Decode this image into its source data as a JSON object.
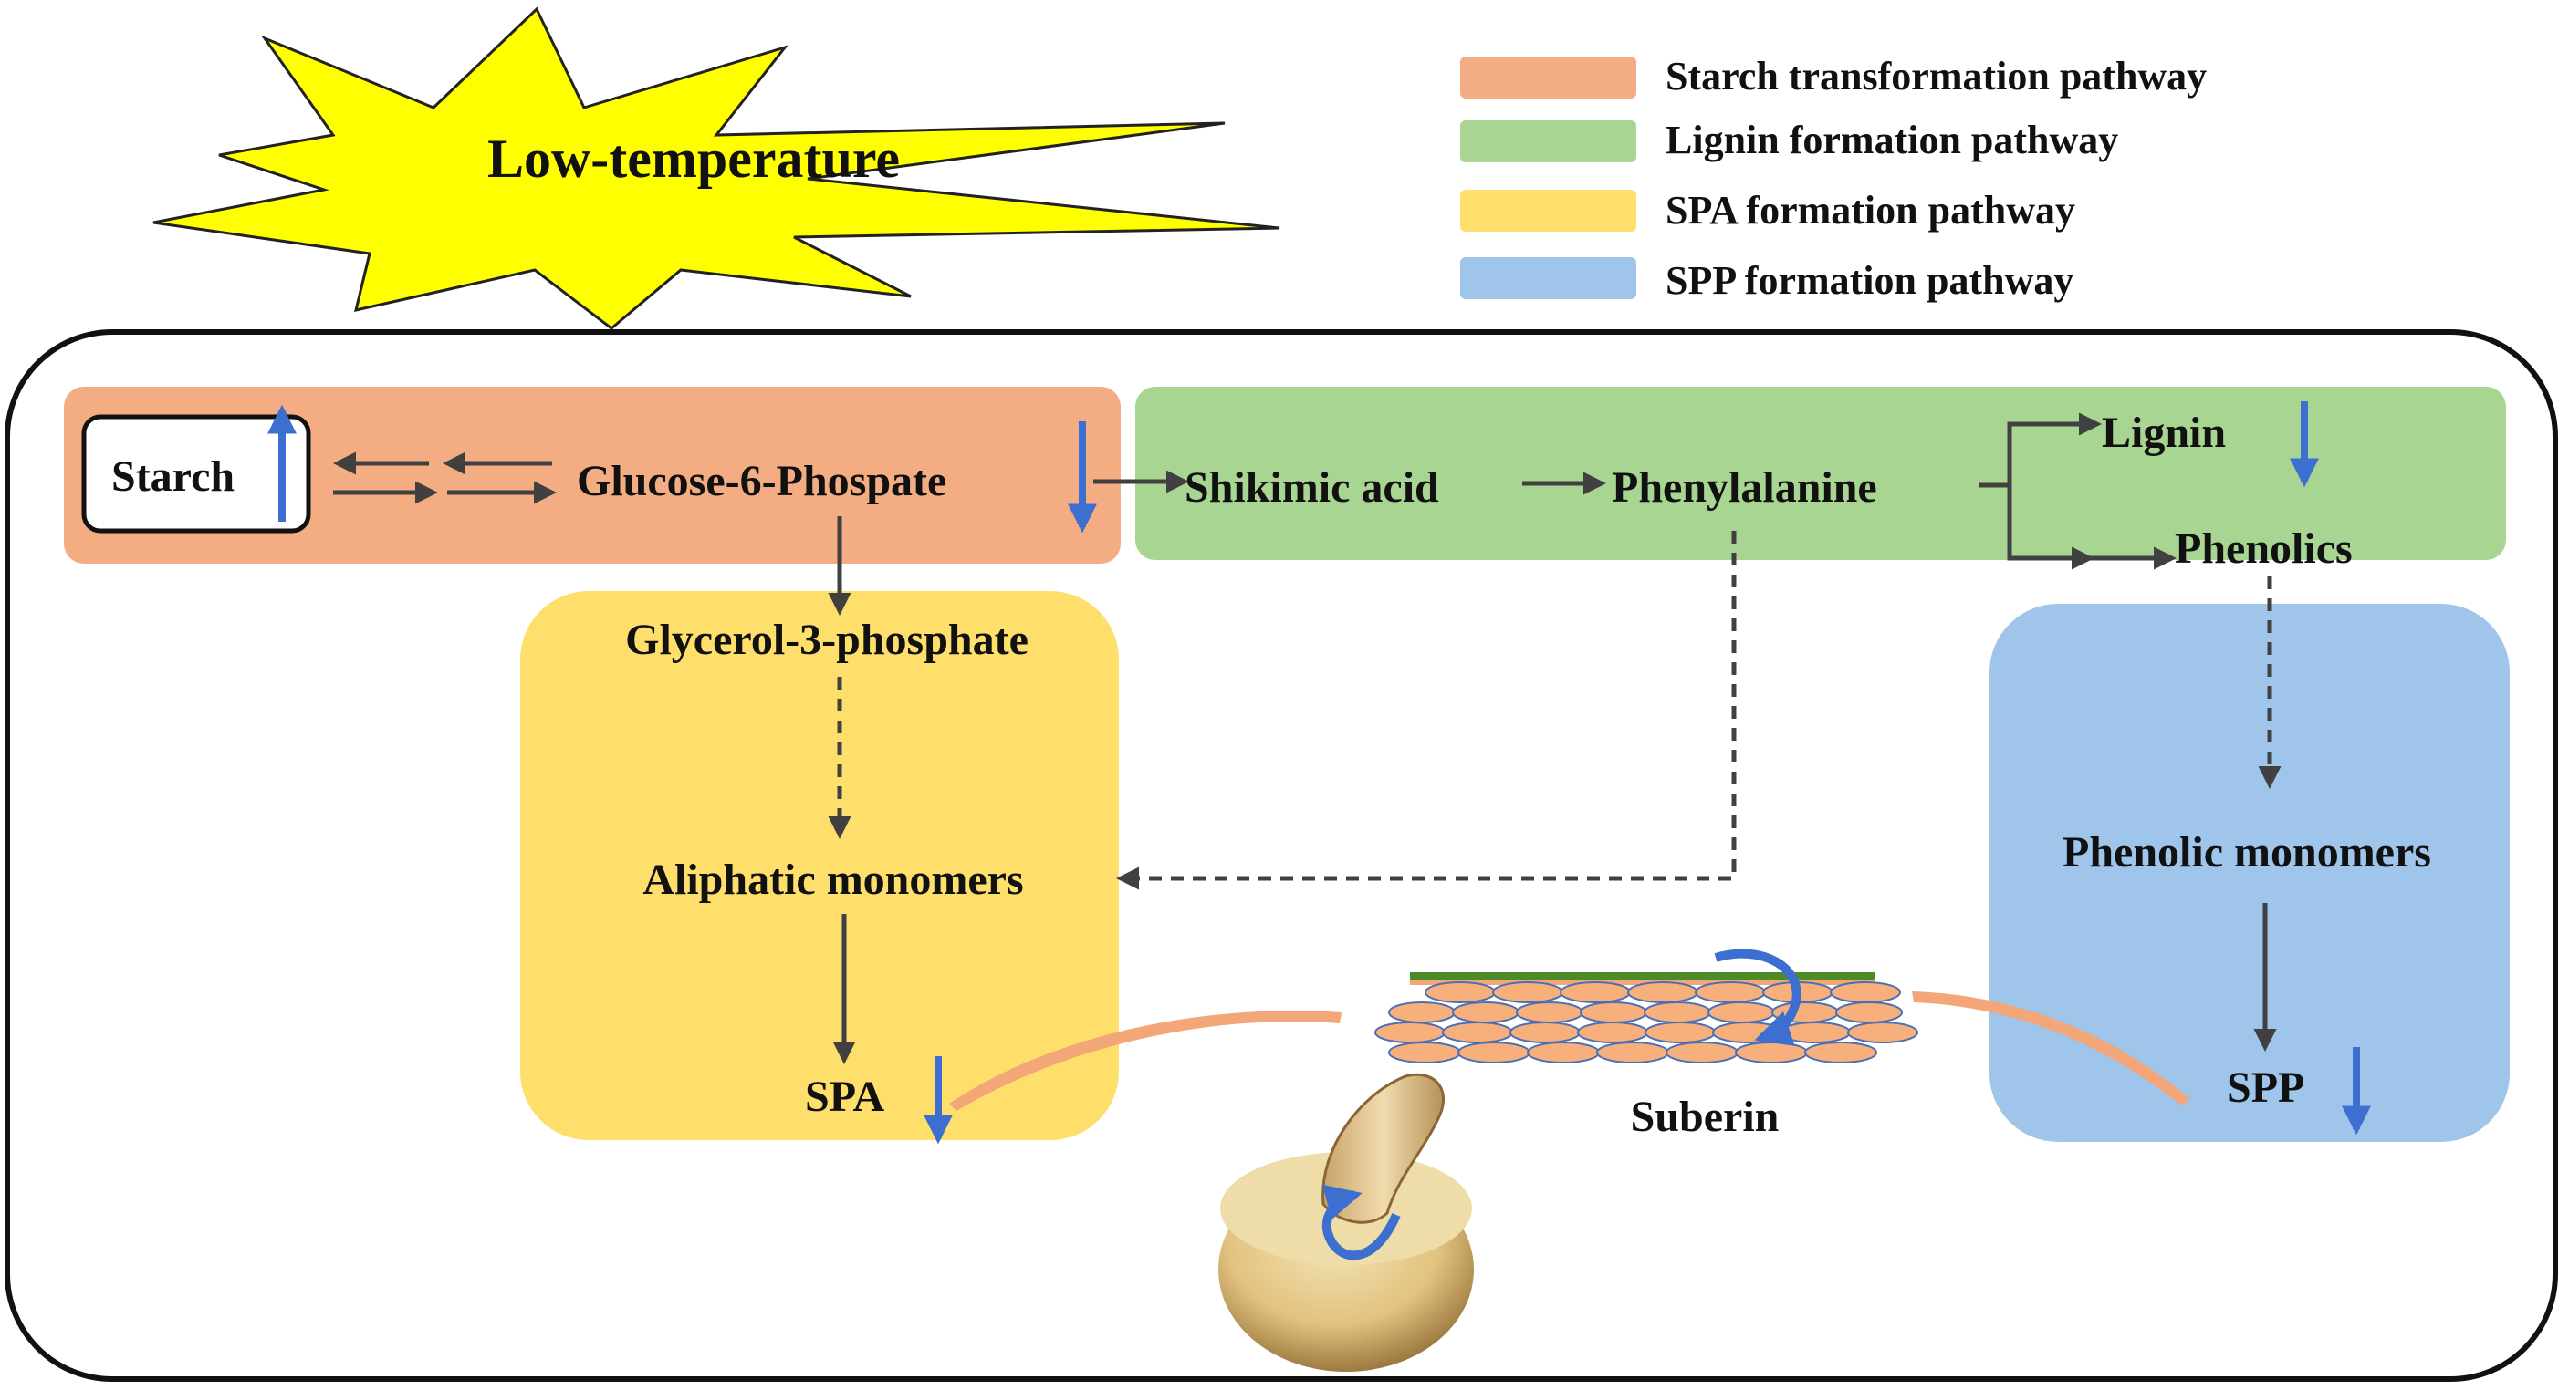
{
  "burst": {
    "label": "Low-temperature",
    "color": "#ffff00"
  },
  "legend": [
    {
      "label": "Starch transformation  pathway",
      "color": "#f4ac82"
    },
    {
      "label": "Lignin  formation  pathway",
      "color": "#a9d592"
    },
    {
      "label": "SPA formation  pathway",
      "color": "#ffdf6b"
    },
    {
      "label": "SPP formation  pathway",
      "color": "#9fc5eb"
    }
  ],
  "nodes": {
    "starch": "Starch",
    "glucose": "Glucose-6-Phospate",
    "shikimic": "Shikimic acid",
    "phenylalanine": "Phenylalanine",
    "lignin": "Lignin",
    "phenolics": "Phenolics",
    "glycerol": "Glycerol-3-phosphate",
    "aliphatic": "Aliphatic monomers",
    "spa": "SPA",
    "phenolic_monomers": "Phenolic monomers",
    "spp": "SPP",
    "suberin": "Suberin"
  },
  "trends": {
    "starch": "up",
    "glucose": "down",
    "lignin": "down",
    "spa": "down",
    "spp": "down"
  },
  "colors": {
    "indicator_arrow": "#3d6fd1",
    "connector": "#404040",
    "cell": "#f7b07c",
    "cell_outline": "#4a6fb5",
    "skin_line": "#4c8a2a"
  }
}
